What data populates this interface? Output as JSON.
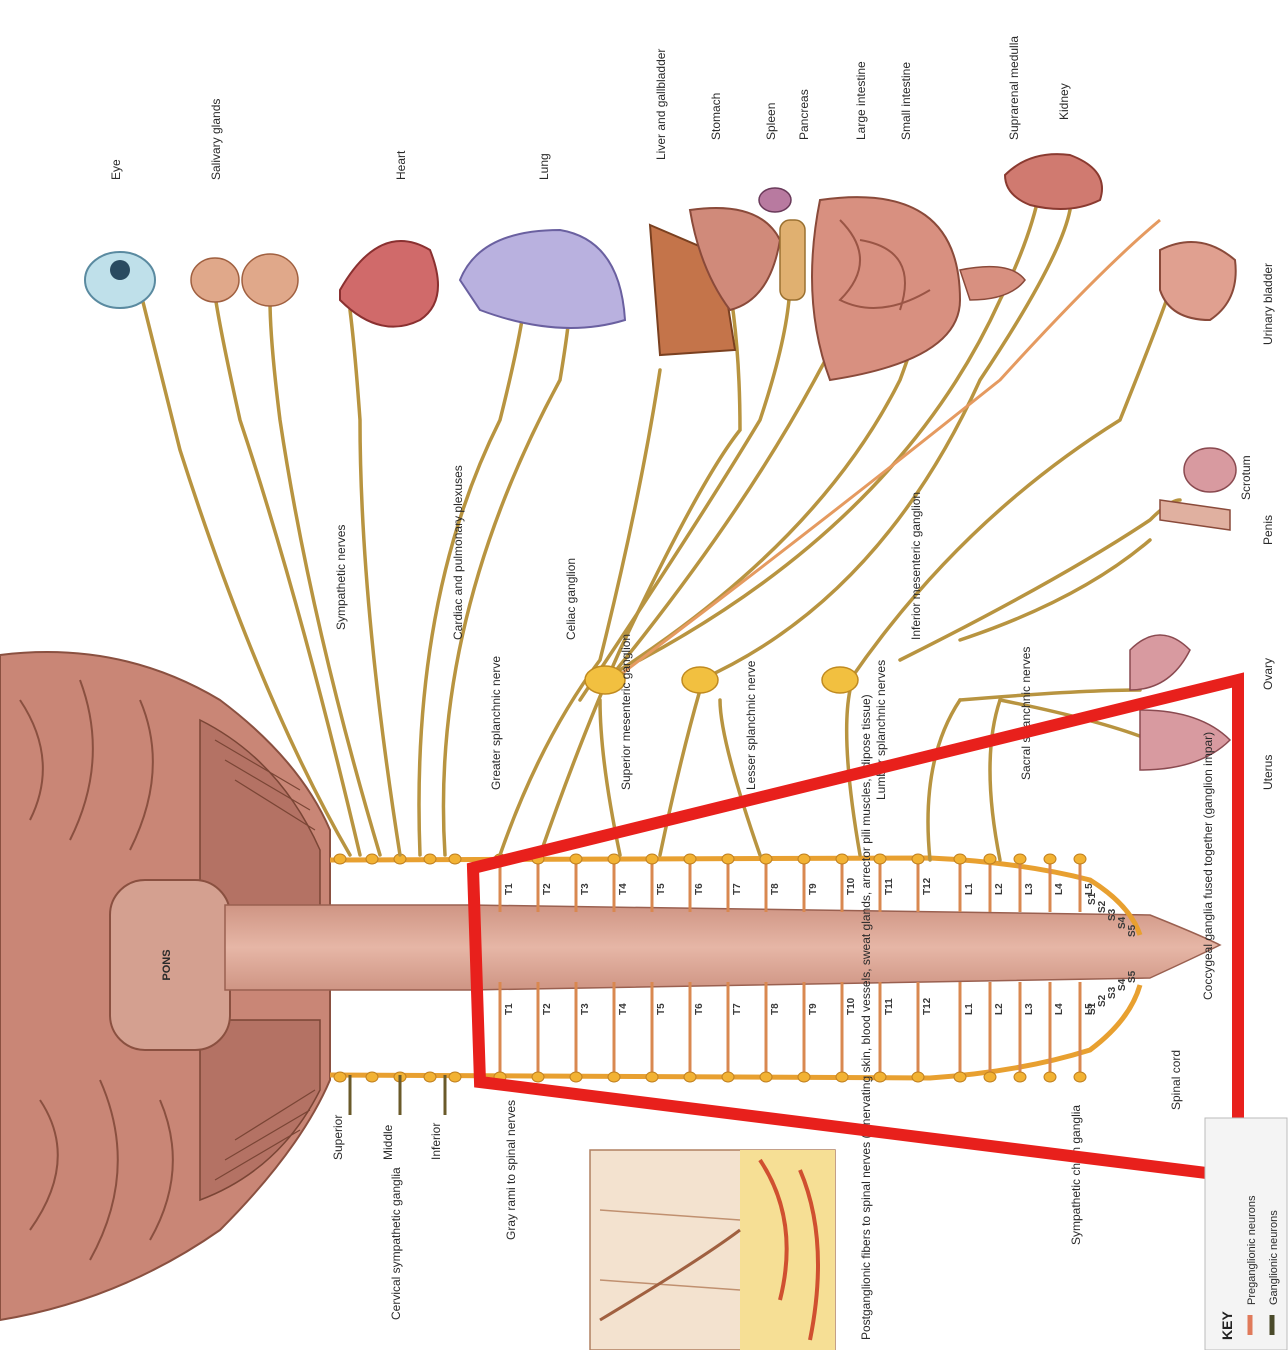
{
  "labels": {
    "eye": "Eye",
    "salivary": "Salivary glands",
    "heart": "Heart",
    "lung": "Lung",
    "liver": "Liver and gallbladder",
    "stomach": "Stomach",
    "spleen": "Spleen",
    "pancreas": "Pancreas",
    "large_intestine": "Large intestine",
    "small_intestine": "Small intestine",
    "suprarenal": "Suprarenal medulla",
    "kidney": "Kidney",
    "urinary_bladder": "Urinary bladder",
    "penis": "Penis",
    "scrotum": "Scrotum",
    "ovary": "Ovary",
    "uterus": "Uterus",
    "sympathetic_nerves": "Sympathetic nerves",
    "cardiac_plexuses": "Cardiac and pulmonary plexuses",
    "celiac_ganglion": "Celiac ganglion",
    "greater_splanchnic": "Greater splanchnic nerve",
    "superior_mesenteric": "Superior mesenteric ganglion",
    "lesser_splanchnic": "Lesser splanchnic nerve",
    "inferior_mesenteric": "Inferior mesenteric ganglion",
    "lumbar_splanchnic": "Lumbar splanchnic nerves",
    "sacral_splanchnic": "Sacral splanchnic nerves",
    "coccygeal": "Coccygeal ganglia fused together (ganglion impar)",
    "spinal_cord": "Spinal cord",
    "sympathetic_chain": "Sympathetic chain ganglia",
    "postganglionic": "Postganglionic fibers to spinal nerves (innervating skin, blood vessels, sweat glands, arrector pili muscles, adipose tissue)",
    "gray_rami": "Gray rami to spinal nerves",
    "superior": "Superior",
    "middle": "Middle",
    "inferior": "Inferior",
    "cervical_ganglia": "Cervical sympathetic ganglia",
    "pons": "PONS"
  },
  "segments": {
    "thoracic": [
      "T1",
      "T2",
      "T3",
      "T4",
      "T5",
      "T6",
      "T7",
      "T8",
      "T9",
      "T10",
      "T11",
      "T12"
    ],
    "lumbar": [
      "L1",
      "L2",
      "L3",
      "L4",
      "L5"
    ],
    "sacral": [
      "S1",
      "S2",
      "S3",
      "S4",
      "S5"
    ]
  },
  "key": {
    "title": "KEY",
    "items": [
      {
        "label": "Preganglionic neurons",
        "color": "#e07a5a"
      },
      {
        "label": "Ganglionic neurons",
        "color": "#4a4a2a"
      }
    ]
  },
  "colors": {
    "brain": "#c98a7a",
    "cord": "#d9a594",
    "nerve": "#c8a24a",
    "ganglion": "#f2b233",
    "highlight": "#e8201c"
  }
}
